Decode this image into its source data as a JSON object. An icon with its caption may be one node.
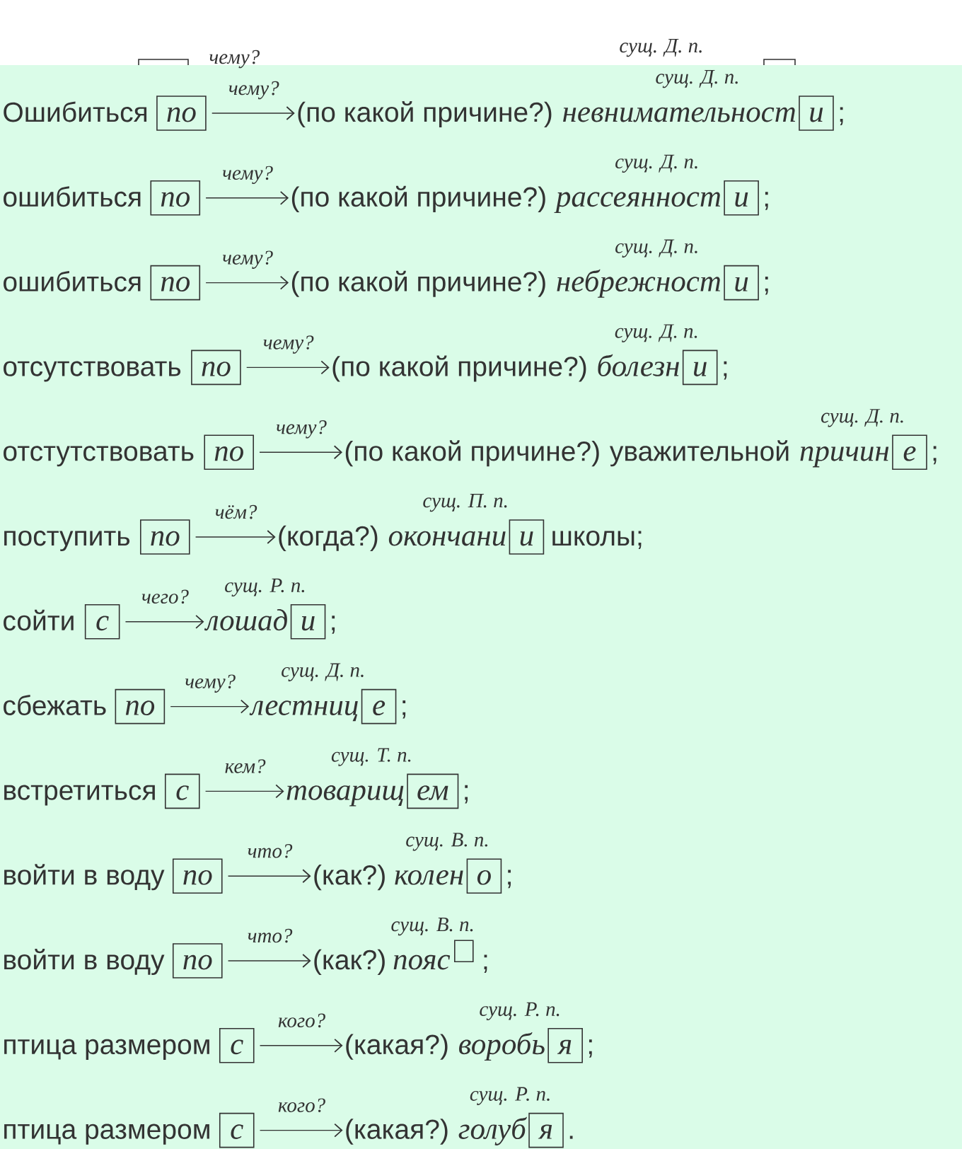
{
  "diagram": {
    "nodes": [
      {
        "text": [
          "по"
        ]
      },
      {
        "text": [
          "(по какой причине?)"
        ]
      },
      {
        "text": [
          "и"
        ]
      },
      {
        "text": [
          "по"
        ]
      },
      {
        "text": [
          "(по какой причине?)"
        ]
      },
      {
        "text": [
          "и"
        ]
      },
      {
        "text": [
          "по"
        ]
      },
      {
        "text": [
          "(по какой причине?)"
        ]
      },
      {
        "text": [
          "и"
        ]
      },
      {
        "text": [
          "по"
        ]
      },
      {
        "text": [
          "(по какой причине?)"
        ]
      },
      {
        "text": [
          "и"
        ]
      },
      {
        "text": [
          "по"
        ]
      },
      {
        "text": [
          "(по какой причине?)"
        ]
      },
      {
        "text": [
          "е"
        ]
      },
      {
        "text": [
          "по"
        ]
      },
      {
        "text": [
          "(когда?)"
        ]
      },
      {
        "text": [
          "и"
        ]
      },
      {
        "text": [
          "с"
        ]
      },
      {
        "text": [
          "лошад"
        ]
      },
      {
        "text": [
          "и"
        ]
      },
      {
        "text": [
          "по"
        ]
      },
      {
        "text": [
          "лестниц"
        ]
      },
      {
        "text": [
          "е"
        ]
      },
      {
        "text": [
          "с"
        ]
      },
      {
        "text": [
          "товарищ"
        ]
      },
      {
        "text": [
          "ем"
        ]
      },
      {
        "text": [
          "по"
        ]
      },
      {
        "text": [
          "(как?)"
        ]
      },
      {
        "text": [
          "о"
        ]
      },
      {
        "text": [
          "по"
        ]
      },
      {
        "text": [
          "(как?)"
        ]
      },
      {
        "text": [],
        "shape": "box"
      },
      {
        "text": [
          "с"
        ]
      },
      {
        "text": [
          "(какая?)"
        ]
      },
      {
        "text": [
          "я"
        ]
      },
      {
        "text": [
          "с"
        ]
      },
      {
        "text": [
          "(какая?)"
        ]
      },
      {
        "text": [
          "я"
        ]
      }
    ],
    "edges": [
      {
        "from": 0,
        "to": 1,
        "arrow": "to",
        "label": "чему?"
      },
      {
        "from": 3,
        "to": 4,
        "arrow": "to",
        "label": "чему?"
      },
      {
        "from": 6,
        "to": 7,
        "arrow": "to",
        "label": "чему?"
      },
      {
        "from": 9,
        "to": 10,
        "arrow": "to",
        "label": "чему?"
      },
      {
        "from": 12,
        "to": 13,
        "arrow": "to",
        "label": "чему?"
      },
      {
        "from": 15,
        "to": 16,
        "arrow": "to",
        "label": "чём?"
      },
      {
        "from": 18,
        "to": 19,
        "arrow": "to",
        "label": "чего?"
      },
      {
        "from": 21,
        "to": 22,
        "arrow": "to",
        "label": "чему?"
      },
      {
        "from": 24,
        "to": 25,
        "arrow": "to",
        "label": "кем?"
      },
      {
        "from": 27,
        "to": 28,
        "arrow": "to",
        "label": "что?"
      },
      {
        "from": 30,
        "to": 31,
        "arrow": "to",
        "label": "что?"
      },
      {
        "from": 33,
        "to": 34,
        "arrow": "to",
        "label": "кого?"
      },
      {
        "from": 36,
        "to": 37,
        "arrow": "to",
        "label": "кого?"
      }
    ],
    "labels": [
      "чему?",
      "сущ. Д. п.",
      "Ошибиться",
      "сущ. Д. п.",
      "невнимательност",
      ";",
      "ошибиться",
      "сущ. Д. п.",
      "рассеянност",
      ";",
      "ошибиться",
      "сущ. Д. п.",
      "небрежност",
      ";",
      "отсутствовать",
      "сущ. Д. п.",
      "болезн",
      ";",
      "отстутствовать",
      "уважительной",
      "сущ. Д. п.",
      "причин",
      ";",
      "поступить",
      "сущ. П. п.",
      "окончани",
      "школы;",
      "сойти",
      "сущ. Р. п.",
      ";",
      "сбежать",
      "сущ. Д. п.",
      ";",
      "встретиться",
      "сущ. Т. п.",
      ";",
      "войти в воду",
      "сущ. В. п.",
      "колен",
      ";",
      "войти в воду",
      "сущ. В. п.",
      "пояс",
      ";",
      "птица размером",
      "сущ. Р. п.",
      "воробь",
      ";",
      "птица размером",
      "сущ. Р. п.",
      "голуб",
      "."
    ]
  }
}
